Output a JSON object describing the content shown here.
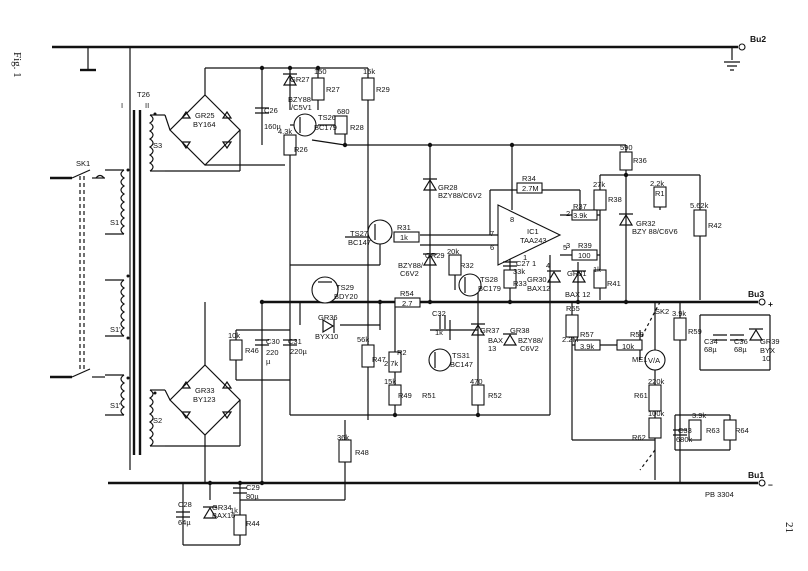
{
  "figure": {
    "label": "Fig. 1",
    "page_number": "21",
    "ref_code": "PB 3304"
  },
  "terminals": {
    "bu2": "Bu2",
    "bu3": "Bu3",
    "bu1": "Bu1",
    "plus": "+",
    "minus": "−"
  },
  "components": {
    "T26": "T26",
    "wind_I": "I",
    "wind_II": "II",
    "SK1": "SK1",
    "S1": "S1",
    "S1a": "S1'",
    "S1b": "S1\"",
    "S2": "S2",
    "S3": "S3",
    "GR25": "GR25",
    "BY164": "BY164",
    "GR33": "GR33",
    "BY123": "BY123",
    "GR27": "GR27",
    "BZY88_C5V1": "BZY88",
    "C5V1": "/C5V1",
    "C26": "C26",
    "C26v": "160µ",
    "R27": "R27",
    "R27v": "150",
    "R29": "R29",
    "R29v": "15k",
    "R28": "R28",
    "R28v": "680",
    "TS26": "TS26",
    "BC179": "BC179",
    "R26": "R26",
    "R26v": "4.3k",
    "GR28": "GR28",
    "GR28t": "BZY88/C6V2",
    "R34": "R34",
    "R34v": "2.7M",
    "R36": "R36",
    "R36v": "590",
    "R1": "R1",
    "R38": "R38",
    "R38v": "27k",
    "R1v": "2.2k",
    "R42": "R42",
    "R42v": "5.62k",
    "R37": "R37",
    "R37v": "3.9k",
    "GR32": "GR32",
    "GR32t": "BZY 88/C6V6",
    "IC1": "IC1",
    "TAA243": "TAA243",
    "R39": "R39",
    "R39v": "100",
    "TS27": "TS27",
    "BC147": "BC147",
    "R31": "R31",
    "R31v": "1k",
    "GR29": "GR29",
    "GR29t1": "BZY88/",
    "GR29t2": "C6V2",
    "R32": "R32",
    "R32v": "20k",
    "C27": "C27",
    "C27v": "33k",
    "R33": "R33",
    "TS28": "TS28",
    "BC179b": "BC179",
    "GR30": "GR30",
    "BAX12": "BAX12",
    "GR31": "GR31",
    "BAX12b": "BAX 12",
    "R41": "R41",
    "R41v": "1k",
    "TS29": "TS29",
    "BDY20": "BDY20",
    "R54": "R54",
    "R54v": "2.7",
    "GR36": "GR36",
    "BYX10": "BYX10",
    "C32": "C32",
    "C32v": "1k",
    "GR37": "GR37",
    "GR37t1": "BAX",
    "GR37t2": "13",
    "GR38": "GR38",
    "GR38t1": "BZY88/",
    "GR38t2": "C6V2",
    "R46": "R46",
    "R46v": "10k",
    "C30": "C30",
    "C30v": "220",
    "C30u": "µ",
    "C31": "C31",
    "C31v": "220µ",
    "R47": "R47",
    "R47v": "56k",
    "R2": "R2",
    "R2v": "2.7k",
    "TS31": "TS31",
    "BC147b": "BC147",
    "R49": "R49",
    "R49v": "15k",
    "R51": "R51",
    "R52": "R52",
    "R52v": "470",
    "R48": "R48",
    "R48v": "36k",
    "C29": "C29",
    "C29v": "80µ",
    "C28": "C28",
    "C28v": "64µ",
    "GR34": "GR34",
    "BAX16": "BAX16",
    "R44": "R44",
    "R44v": "1k",
    "R55": "R55",
    "R55v": "2.2M",
    "R57": "R57",
    "R57v": "3.9k",
    "R58": "R58",
    "R58v": "10k",
    "SK2": "SK2",
    "ME1": "ME1",
    "ME1sym": "V/A",
    "R59": "R59",
    "R59v": "3.9k",
    "R61": "R61",
    "R61v": "220k",
    "R62": "R62",
    "R62v": "100k",
    "C34": "C34",
    "C34v": "68µ",
    "C36": "C36",
    "C36v": "68µ",
    "GR39": "GR39",
    "BYX": "BYX",
    "GR39v": "10",
    "C33": "C33",
    "C33v": "680k",
    "R63": "R63",
    "R64": "R64",
    "R63v": "3.9k",
    "pin8": "8",
    "pin7": "7",
    "pin6": "6",
    "pin5": "5",
    "pin4": "4",
    "pin3": "3",
    "pin2": "2",
    "pin1": "1",
    "pin1b": "1"
  }
}
